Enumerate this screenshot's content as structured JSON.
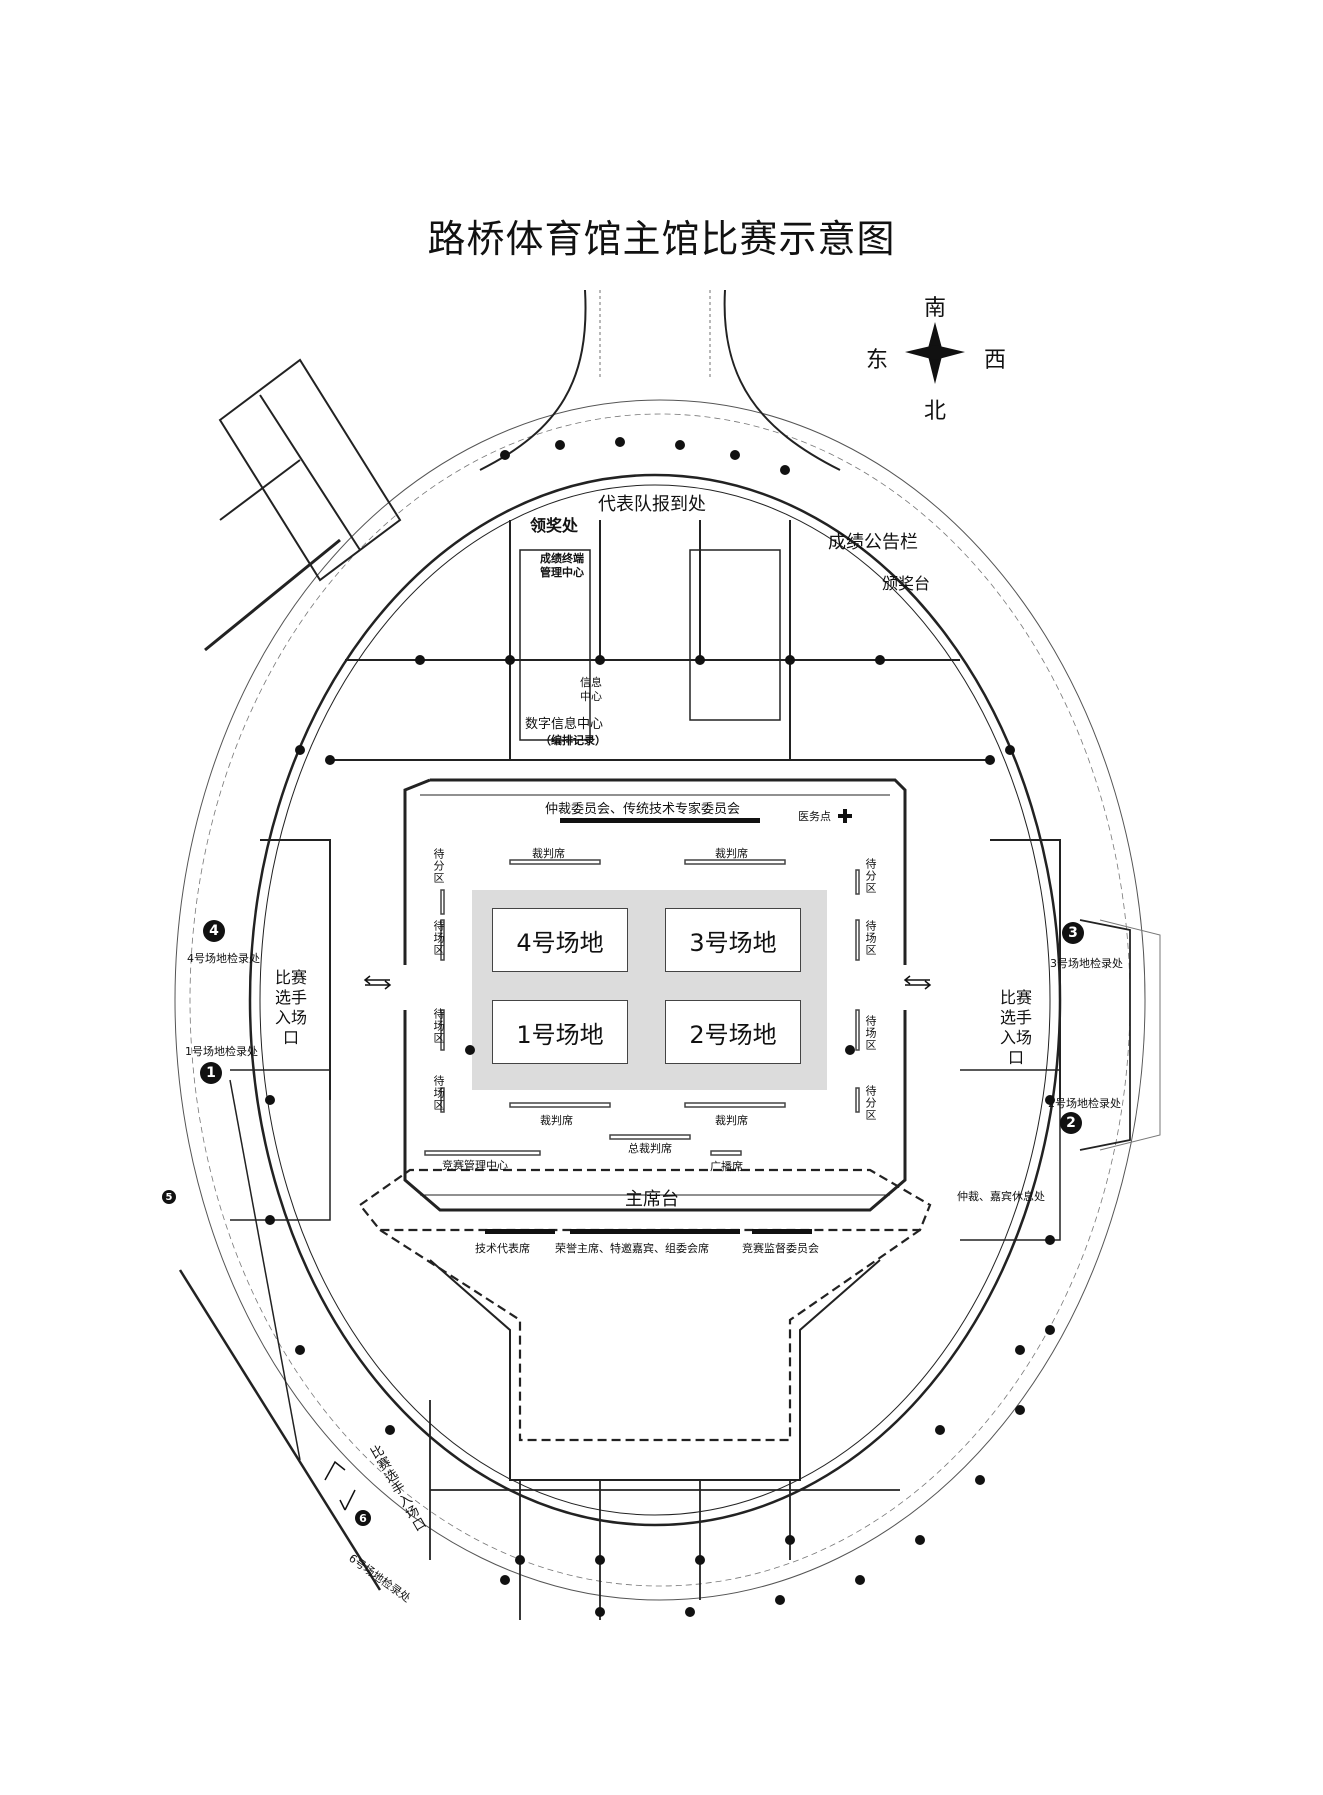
{
  "title": "路桥体育馆主馆比赛示意图",
  "compass": {
    "south": "南",
    "north": "北",
    "east": "东",
    "west": "西"
  },
  "areas": {
    "team_checkin": "代表队报到处",
    "award_pickup": "领奖处",
    "results_board": "成绩公告栏",
    "award_stage": "颁奖台",
    "results_terminal": "成绩终端\n管理中心",
    "info_center": "信息\n中心",
    "digital_info": "数字信息中心",
    "scheduling": "（编排记录）",
    "referee_committee": "仲裁委员会、传统技术专家委员会",
    "medical": "医务点",
    "main_stand": "主席台",
    "tech_rep": "技术代表席",
    "honor_seats": "荣誉主席、特邀嘉宾、组委会席",
    "supervision": "竞赛监督委员会",
    "competition_mgmt": "竞赛管理中心",
    "chief_referee": "总裁判席",
    "broadcast": "广播席",
    "judge_seat": "裁判席",
    "waiting_score": "待分区",
    "waiting_field": "待场区",
    "referee_lounge": "仲裁、嘉宾休息处",
    "player_entrance": "比赛选手入场口",
    "player_entrance_h": "比赛\n选手\n入场\n口"
  },
  "courts": [
    "4号场地",
    "3号场地",
    "1号场地",
    "2号场地"
  ],
  "checkins": {
    "c1": "1号场地检录处",
    "c2": "2号场地检录处",
    "c3": "3号场地检录处",
    "c4": "4号场地检录处",
    "c6": "6号场地检录处"
  },
  "markers": [
    "1",
    "2",
    "3",
    "4",
    "5",
    "6"
  ]
}
